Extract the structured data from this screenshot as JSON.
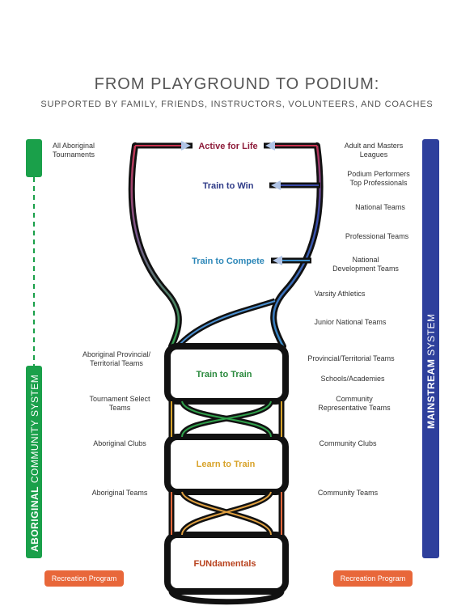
{
  "header": {
    "title": "FROM PLAYGROUND TO PODIUM:",
    "subtitle": "SUPPORTED BY FAMILY, FRIENDS, INSTRUCTORS, VOLUNTEERS, AND COACHES"
  },
  "left_system": {
    "bold": "ABORIGINAL",
    "rest": " COMMUNITY SYSTEM",
    "color": "#1aa04a"
  },
  "right_system": {
    "bold": "MAINSTREAM",
    "rest": " SYSTEM",
    "color": "#2e3f9c"
  },
  "stages": {
    "active_for_life": "Active for Life",
    "train_to_win": "Train to Win",
    "train_to_compete": "Train to Compete",
    "train_to_train": "Train to Train",
    "learn_to_train": "Learn to Train",
    "fundamentals": "FUNdamentals"
  },
  "stage_colors": {
    "active_for_life": "#8e1c3a",
    "train_to_win": "#2e3a87",
    "train_to_compete": "#2c87b8",
    "train_to_train": "#2b8a3e",
    "learn_to_train": "#d8a32a",
    "fundamentals": "#b8421e"
  },
  "left_labels": {
    "aboriginal_tournaments": "All Aboriginal\nTournaments",
    "aboriginal_provincial": "Aboriginal Provincial/\nTerritorial Teams",
    "tournament_select": "Tournament Select\nTeams",
    "aboriginal_clubs": "Aboriginal Clubs",
    "aboriginal_teams": "Aboriginal Teams"
  },
  "right_labels": {
    "adult_masters": "Adult and Masters\nLeagues",
    "podium_performers": "Podium Performers\nTop Professionals",
    "national_teams": "National Teams",
    "professional_teams": "Professional Teams",
    "national_development": "National\nDevelopment Teams",
    "varsity": "Varsity Athletics",
    "junior_national": "Junior National Teams",
    "provincial_territorial": "Provincial/Territorial Teams",
    "schools_academies": "Schools/Academies",
    "community_representative": "Community\nRepresentative Teams",
    "community_clubs": "Community Clubs",
    "community_teams": "Community Teams"
  },
  "recreation": {
    "left": "Recreation Program",
    "right": "Recreation Program",
    "color": "#e8673a"
  }
}
